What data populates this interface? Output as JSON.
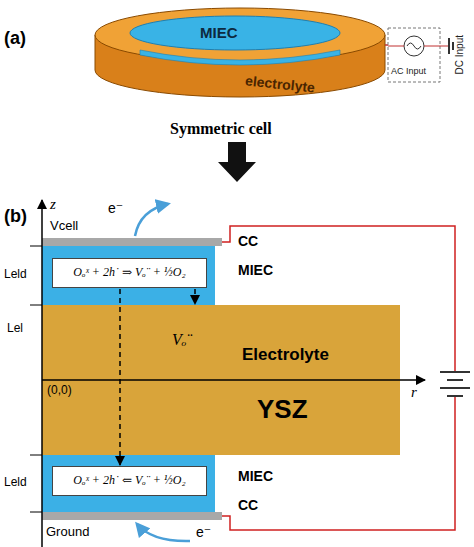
{
  "diagram": {
    "nodes": [
      {
        "text": [
          "Oₒˣ + 2h˙ ⇒ Vₒ¨ + ½O₂"
        ]
      },
      {
        "text": [
          "Vₒ¨",
          "Electrolyte",
          "YSZ"
        ]
      },
      {
        "text": [
          "Oₒˣ + 2h˙ ⇐ Vₒ¨ + ½O₂"
        ]
      }
    ],
    "edges": [
      {
        "from": 0,
        "to": 2,
        "arrow": "to"
      },
      {
        "from": 0,
        "to": 1,
        "arrow": "to"
      }
    ],
    "labels": [
      "(a)",
      "MIEC",
      "electrolyte",
      "AC Input",
      "DC Input",
      "Symmetric cell",
      "(b)",
      "z",
      "Vcell",
      "e⁻",
      "CC",
      "MIEC",
      "Leld",
      "Lel",
      "(0,0)",
      "r",
      "Leld",
      "MIEC",
      "CC",
      "Ground",
      "e⁻"
    ]
  }
}
